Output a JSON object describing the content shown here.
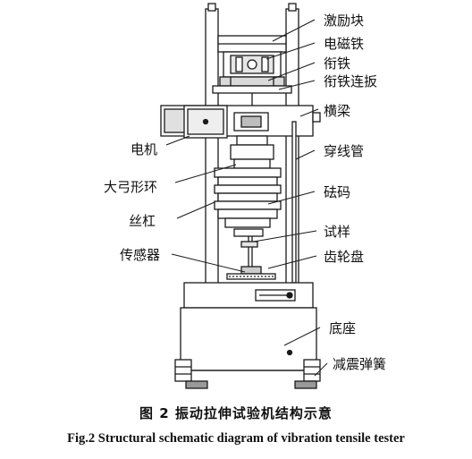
{
  "labels": {
    "exciter_block": "激励块",
    "electromagnet": "电磁铁",
    "armature": "衔铁",
    "armature_plate": "衔铁连扳",
    "crossbeam": "横梁",
    "motor": "电机",
    "wire_tube": "穿线管",
    "ring": "大弓形环",
    "weight": "砝码",
    "lead_screw": "丝杠",
    "specimen": "试样",
    "sensor": "传感器",
    "gear_disk": "齿轮盘",
    "base": "底座",
    "damper_spring": "减震弹簧"
  },
  "caption": {
    "cn": "图 2    振动拉伸试验机结构示意",
    "en": "Fig.2    Structural schematic diagram of vibration tensile tester"
  },
  "colors": {
    "line": "#1a1a1a",
    "fill": "#ffffff",
    "shade": "#cfcfcf",
    "dark": "#555555"
  }
}
